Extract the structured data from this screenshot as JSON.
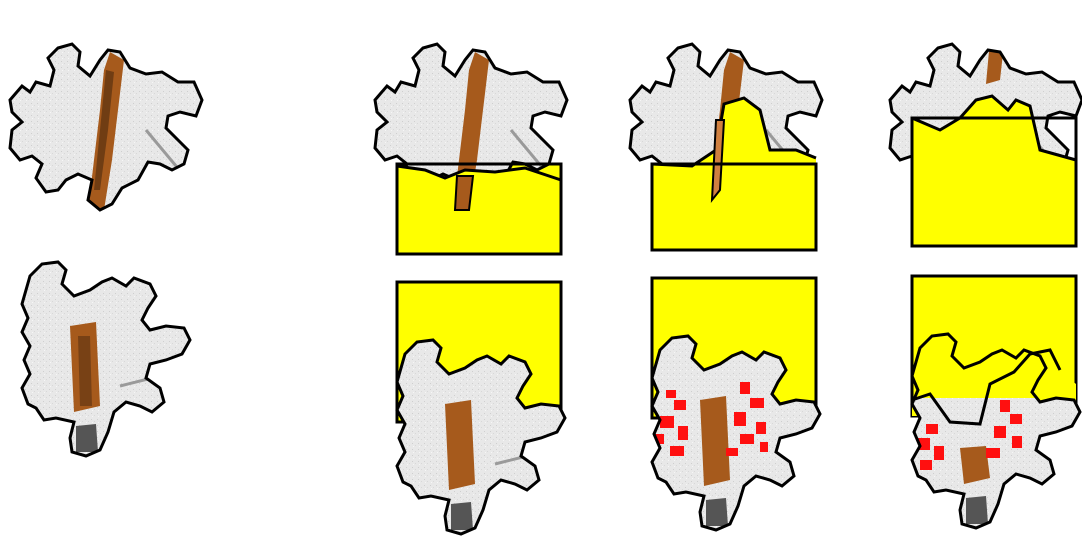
{
  "colors": {
    "background": "#ffffff",
    "piece_fill": "#e6e6e6",
    "outline": "#000000",
    "sleeve_fill": "#ffff00",
    "streak_brown": "#a65a1c",
    "streak_dark": "#5a3010",
    "marks_red": "#ff1010",
    "shadow_gray": "#9a9a9a"
  },
  "rows": [
    {
      "name": "top-row",
      "panels": [
        {
          "name": "original-piece-top",
          "has_sleeve": false,
          "has_red_marks": false
        },
        {
          "name": "sleeve-stage-1-top",
          "has_sleeve": true,
          "has_red_marks": false
        },
        {
          "name": "sleeve-stage-2-top",
          "has_sleeve": true,
          "has_red_marks": false
        },
        {
          "name": "sleeve-stage-3-top",
          "has_sleeve": true,
          "has_red_marks": false
        }
      ]
    },
    {
      "name": "bottom-row",
      "panels": [
        {
          "name": "original-piece-bottom",
          "has_sleeve": false,
          "has_red_marks": false
        },
        {
          "name": "sleeve-stage-1-bottom",
          "has_sleeve": true,
          "has_red_marks": false
        },
        {
          "name": "sleeve-stage-2-bottom",
          "has_sleeve": true,
          "has_red_marks": true
        },
        {
          "name": "sleeve-stage-3-bottom",
          "has_sleeve": true,
          "has_red_marks": true
        }
      ]
    }
  ]
}
